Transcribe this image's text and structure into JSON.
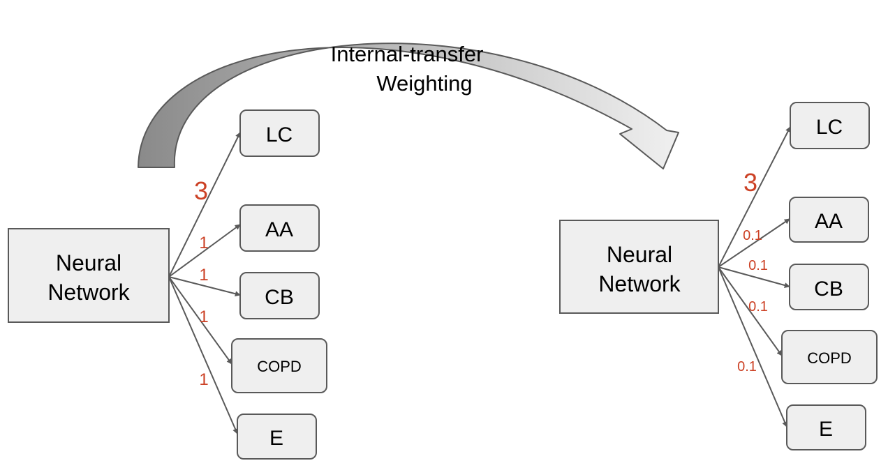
{
  "title_lines": [
    "Internal-transfer",
    "Weighting"
  ],
  "left": {
    "network_lines": [
      "Neural",
      "Network"
    ],
    "outputs": [
      "LC",
      "AA",
      "CB",
      "COPD",
      "E"
    ],
    "weights": [
      "3",
      "1",
      "1",
      "1",
      "1"
    ]
  },
  "right": {
    "network_lines": [
      "Neural",
      "Network"
    ],
    "outputs": [
      "LC",
      "AA",
      "CB",
      "COPD",
      "E"
    ],
    "weights": [
      "3",
      "0.1",
      "0.1",
      "0.1",
      "0.1"
    ]
  },
  "colors": {
    "box_fill": "#efefef",
    "stroke": "#595959",
    "weight_text": "#cc4125",
    "arrow_dark": "#8a8a8a",
    "arrow_light": "#f0f0f0"
  }
}
